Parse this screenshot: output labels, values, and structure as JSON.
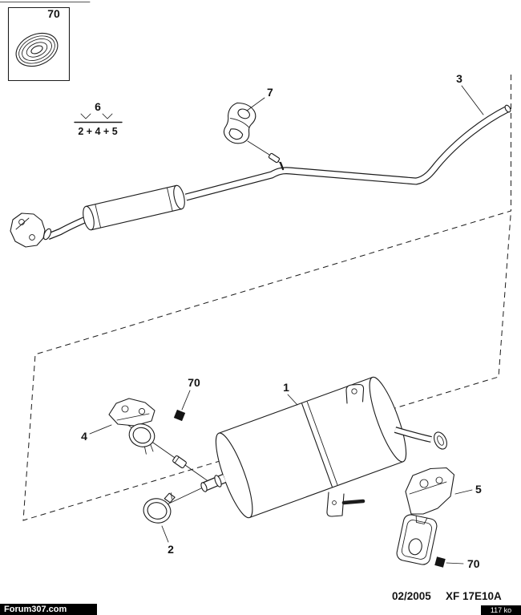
{
  "colors": {
    "ink": "#1c1c1c",
    "background": "#ffffff",
    "watermark_bg": "#000000",
    "watermark_text": "#ffffff"
  },
  "inset": {
    "label": "70"
  },
  "assembly_note": {
    "group": "6",
    "components": "2 + 4 + 5"
  },
  "callouts": {
    "hanger": "7",
    "intermediate_pipe": "3",
    "rear_silencer": "1",
    "front_bracket": "4",
    "clamp": "2",
    "rear_bracket": "5",
    "bolt_front": "70",
    "bolt_rear": "70"
  },
  "footer": {
    "date": "02/2005",
    "code": "XF 17E10A"
  },
  "watermarks": {
    "site": "Forum307.com",
    "filesize": "117 ko"
  }
}
